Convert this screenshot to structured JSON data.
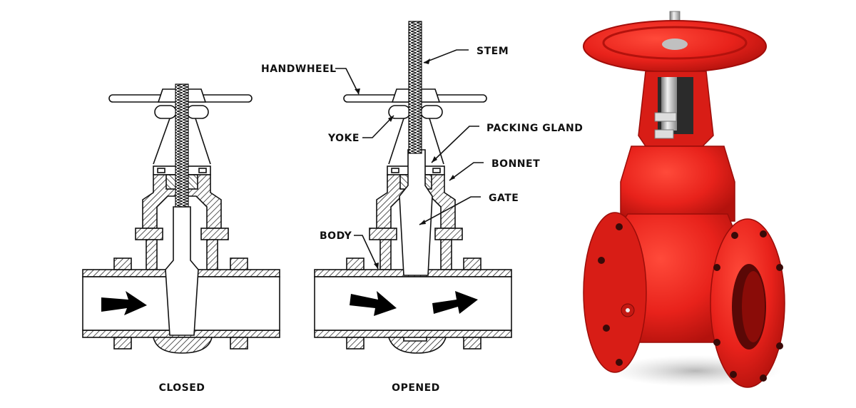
{
  "title": "Gate valve diagram — closed vs opened cross-sections with product photo",
  "views": [
    {
      "id": "closed",
      "caption": "CLOSED"
    },
    {
      "id": "opened",
      "caption": "OPENED"
    }
  ],
  "labels": {
    "stem": "STEM",
    "handwheel": "HANDWHEEL",
    "yoke": "YOKE",
    "packing_gland": "PACKING GLAND",
    "bonnet": "BONNET",
    "gate": "GATE",
    "body": "BODY"
  },
  "photo": {
    "subject": "red flanged rising-stem gate valve",
    "body_color": "#e8221b",
    "shadow_color": "#a30d0a",
    "stem_color": "#c8c8c8"
  }
}
